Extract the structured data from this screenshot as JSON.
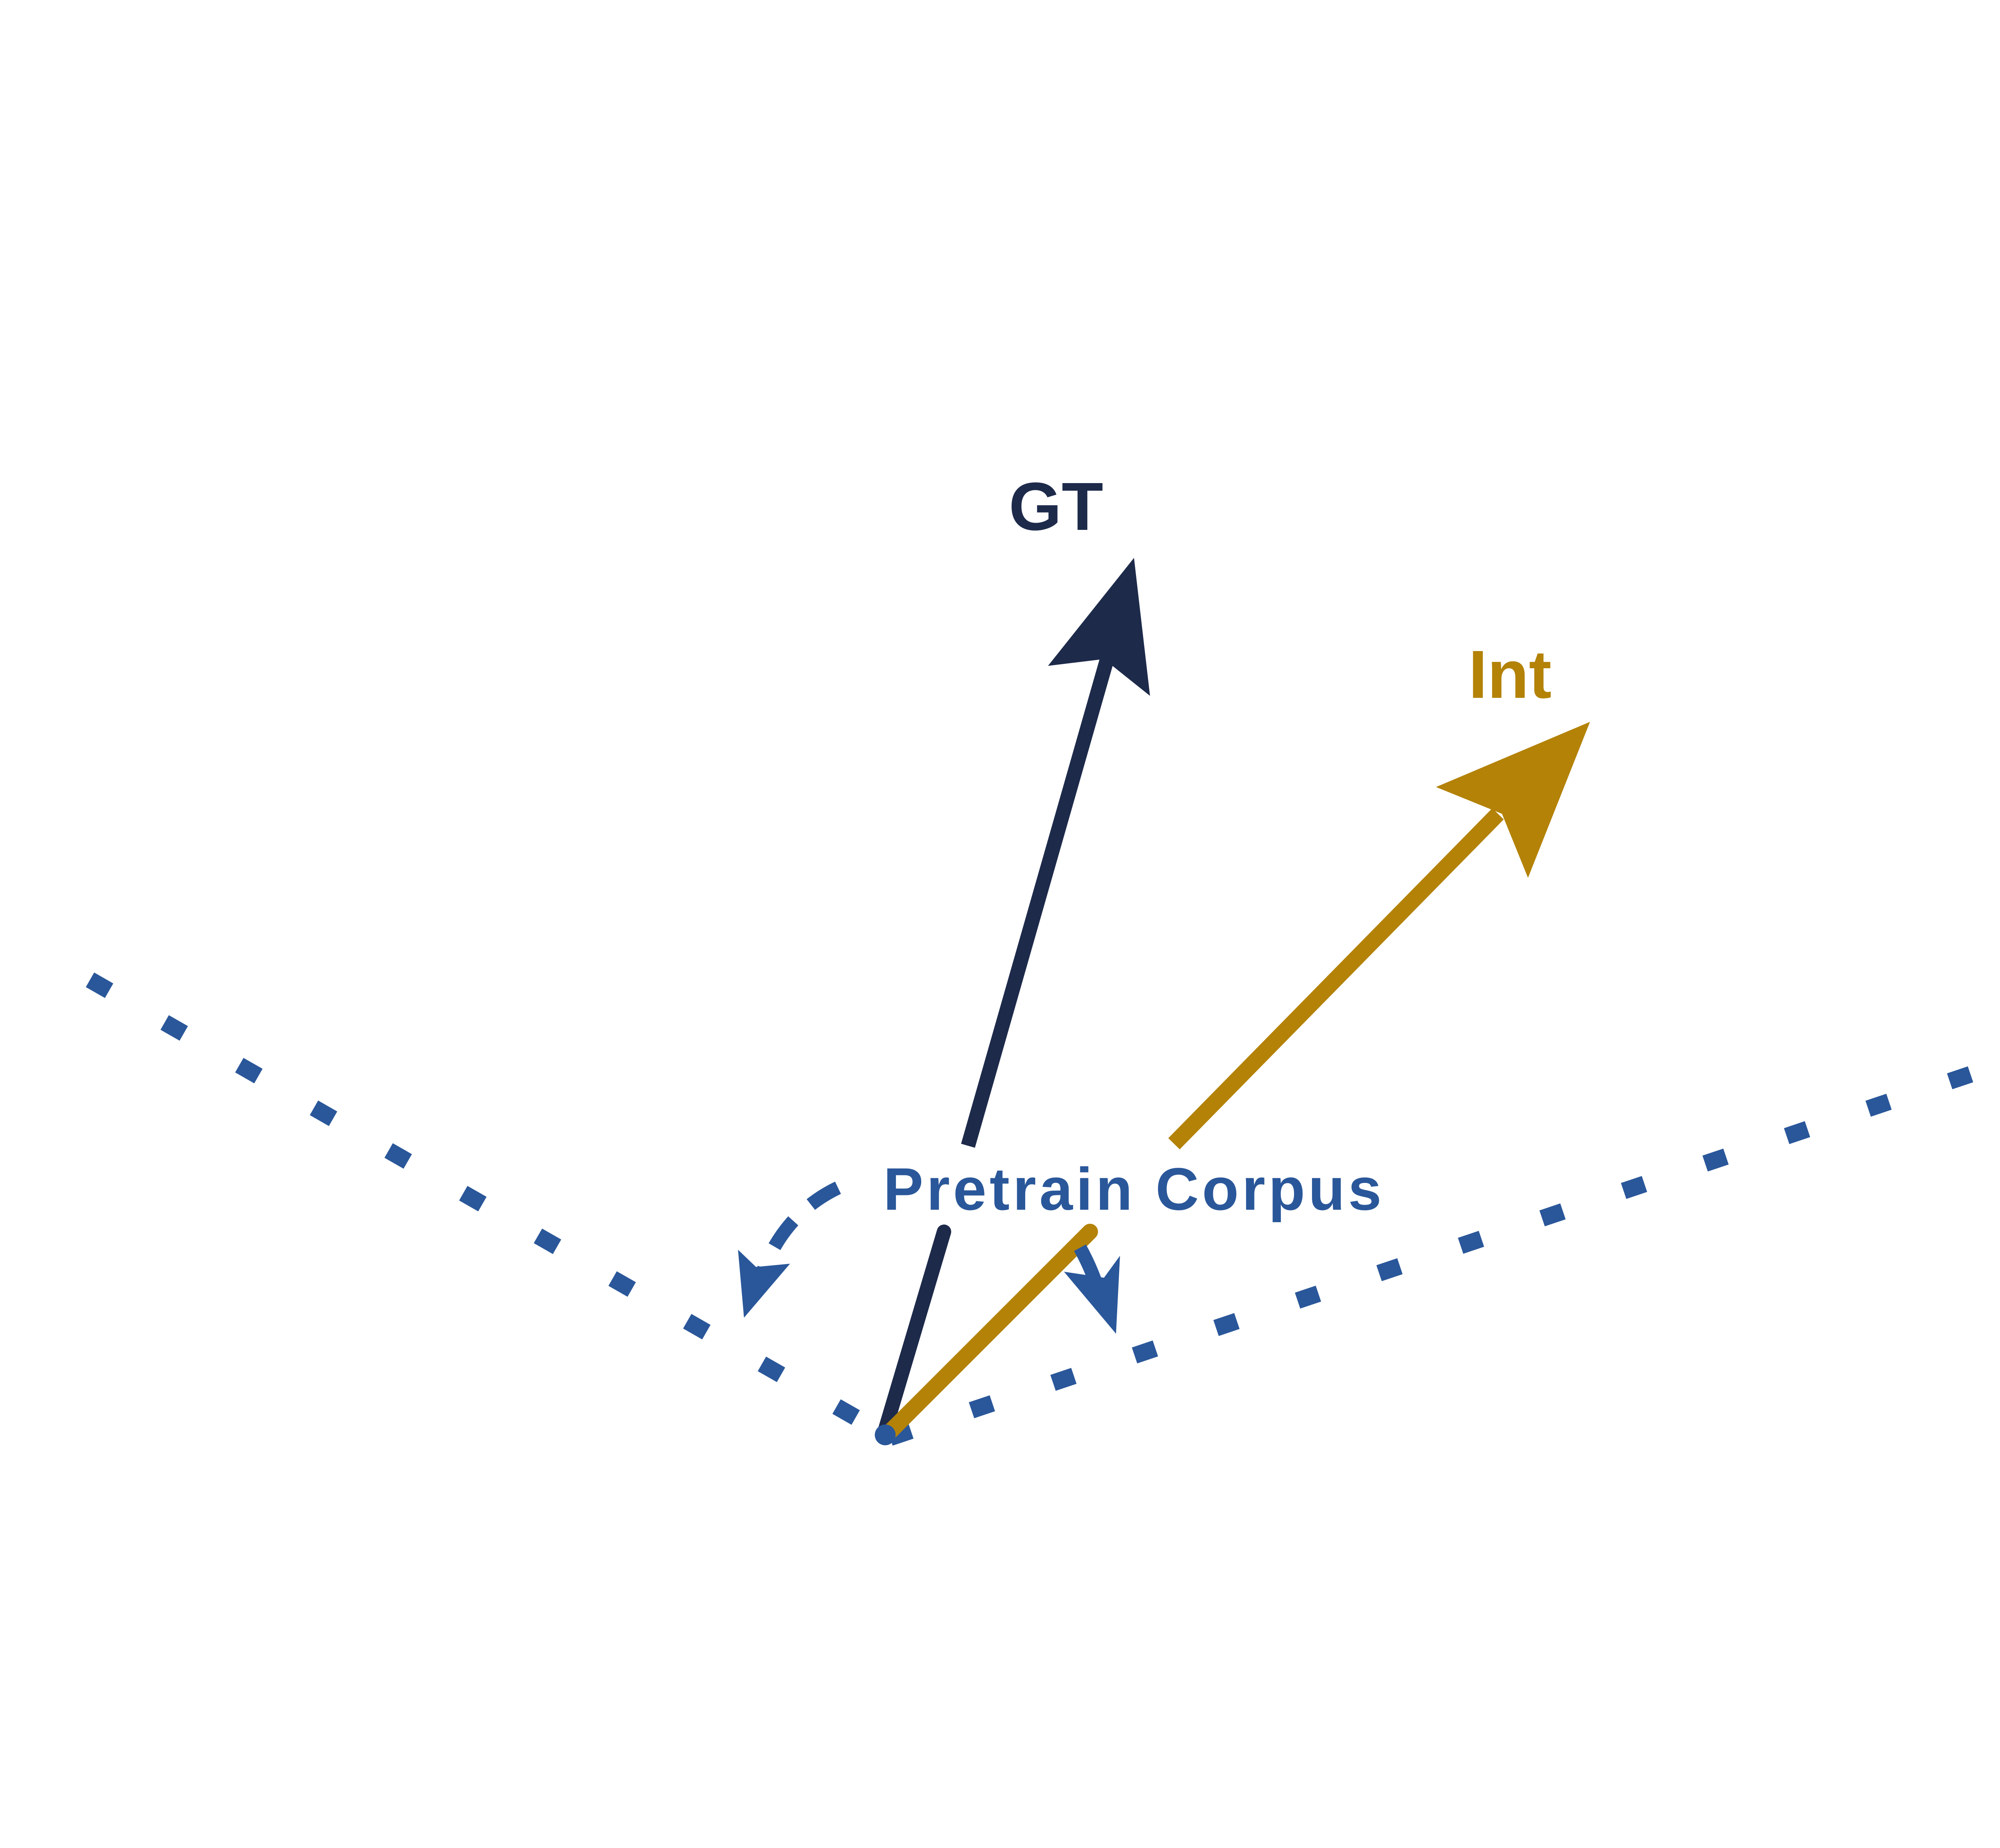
{
  "labels": {
    "gt": "GT",
    "int": "Int",
    "corpus": "Pretrain Corpus"
  },
  "colors": {
    "gt_arrow": "#1d2a4a",
    "int_arrow": "#b38207",
    "corpus_line": "#2a579a",
    "corpus_label": "#2a579a",
    "background": "#ffffff"
  }
}
